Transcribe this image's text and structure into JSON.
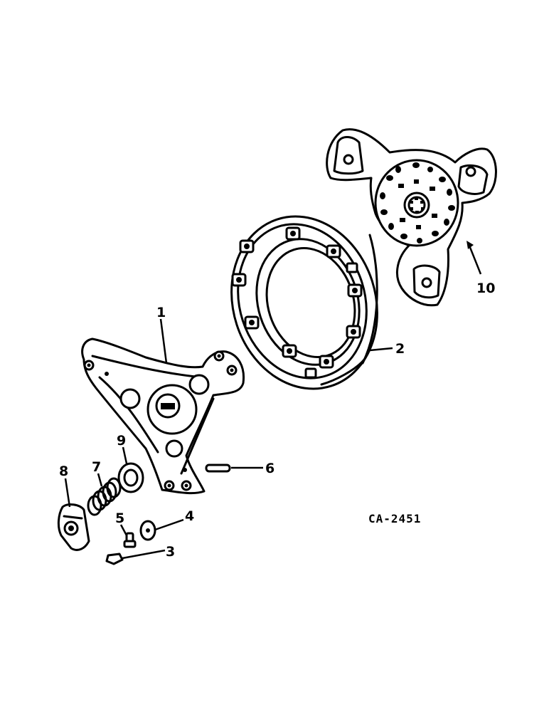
{
  "diagram": {
    "drawing_code": "CA-2451",
    "callouts": [
      {
        "id": "1",
        "label": "1"
      },
      {
        "id": "2",
        "label": "2"
      },
      {
        "id": "3",
        "label": "3"
      },
      {
        "id": "4",
        "label": "4"
      },
      {
        "id": "5",
        "label": "5"
      },
      {
        "id": "6",
        "label": "6"
      },
      {
        "id": "7",
        "label": "7"
      },
      {
        "id": "8",
        "label": "8"
      },
      {
        "id": "9",
        "label": "9"
      },
      {
        "id": "10",
        "label": "10"
      }
    ]
  }
}
